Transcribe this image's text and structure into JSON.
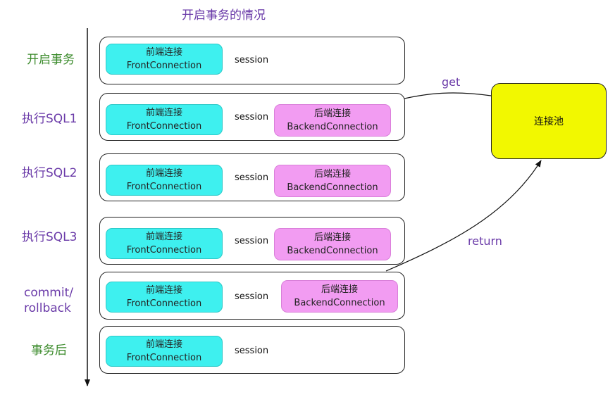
{
  "title": "开启事务的情况",
  "steps": [
    {
      "label": "开启事务"
    },
    {
      "label": "执行SQL1"
    },
    {
      "label": "执行SQL2"
    },
    {
      "label": "执行SQL3"
    },
    {
      "label_line1": "commit/",
      "label_line2": "rollback"
    },
    {
      "label": "事务后"
    }
  ],
  "front": {
    "line1": "前端连接",
    "line2": "FrontConnection"
  },
  "back": {
    "line1": "后端连接",
    "line2": "BackendConnection"
  },
  "session": "session",
  "pool": {
    "label": "连接池"
  },
  "arrows": {
    "get": "get",
    "return": "return"
  }
}
